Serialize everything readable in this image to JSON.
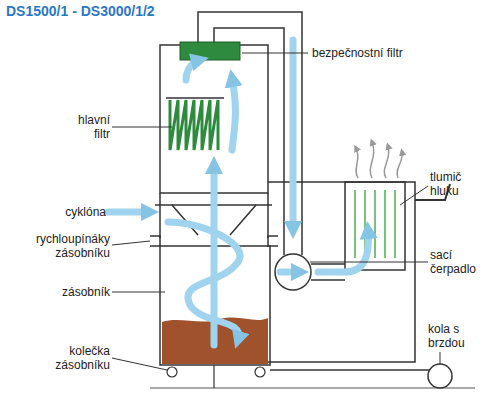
{
  "diagram": {
    "title": "DS1500/1 - DS3000/1/2",
    "labels": [
      "bezpečnostní filtr",
      "hlavní filtr",
      "cyklóna",
      "tlumič hluku",
      "rychloupínáky zásobníku",
      "sací čerpadlo",
      "zásobník",
      "kola s brzdou",
      "kolečka zásobníku"
    ]
  }
}
